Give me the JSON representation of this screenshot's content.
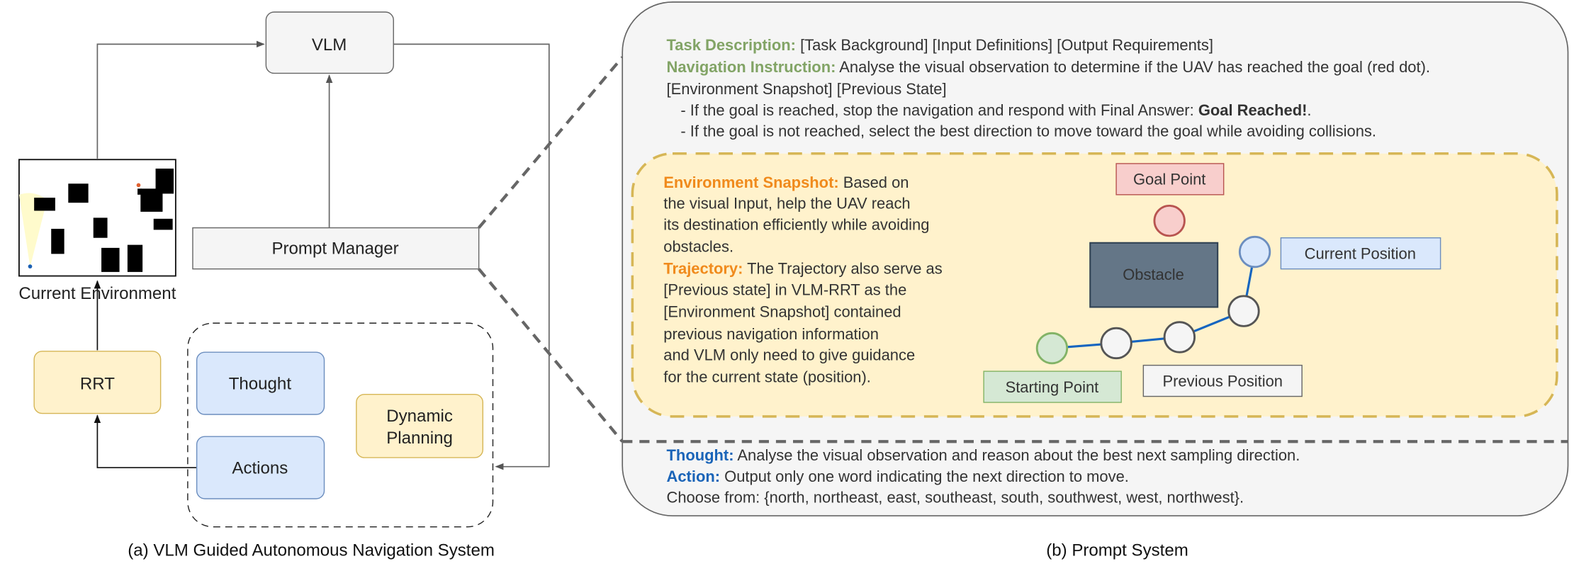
{
  "left": {
    "vlm_label": "VLM",
    "prompt_manager_label": "Prompt Manager",
    "environment_label": "Current Environment",
    "rrt_label": "RRT",
    "thought_label": "Thought",
    "actions_label": "Actions",
    "dynamic_planning_label": [
      "Dynamic",
      "Planning"
    ],
    "caption": "(a) VLM Guided Autonomous Navigation System"
  },
  "right": {
    "task_description": {
      "key": "Task Description:",
      "text": " [Task Background] [Input Definitions] [Output Requirements]"
    },
    "navigation_instruction": {
      "key": "Navigation Instruction:",
      "text": " Analyse the visual observation to determine if the UAV has reached the goal (red dot)."
    },
    "state_line": "[Environment Snapshot] [Previous State]",
    "bullet1": {
      "text": "- If the goal is reached, stop the navigation and respond with Final Answer: ",
      "bold": "Goal Reached!",
      "end": "."
    },
    "bullet2": "- If the goal is not reached, select the best direction to move toward the goal while avoiding collisions.",
    "snapshot": {
      "env_key": "Environment Snapshot:",
      "lines": [
        " Based on",
        "the visual Input, help the UAV reach",
        "its destination efficiently while avoiding",
        "obstacles."
      ],
      "traj_key": "Trajectory:",
      "traj_lines": [
        " The Trajectory also serve as",
        "[Previous state] in VLM-RRT as the",
        "[Environment Snapshot] contained",
        "previous navigation information",
        "and VLM only need to give guidance",
        "for the current state (position)."
      ],
      "goal_point": "Goal Point",
      "obstacle": "Obstacle",
      "current_position": "Current Position",
      "starting_point": "Starting Point",
      "previous_position": "Previous Position"
    },
    "thought": {
      "key": "Thought:",
      "text": " Analyse the visual observation and reason about the best next sampling direction."
    },
    "action": {
      "key": "Action:",
      "text": " Output only one word indicating the next direction to move."
    },
    "choose": "Choose from: {north, northeast, east, southeast, south, southwest, west, northwest}.",
    "caption": "(b) Prompt System"
  },
  "colors": {
    "green_key": "#82a466",
    "orange_key": "#f08a1c",
    "blue_key": "#1a64b8",
    "trajectory": "#1565c0"
  }
}
